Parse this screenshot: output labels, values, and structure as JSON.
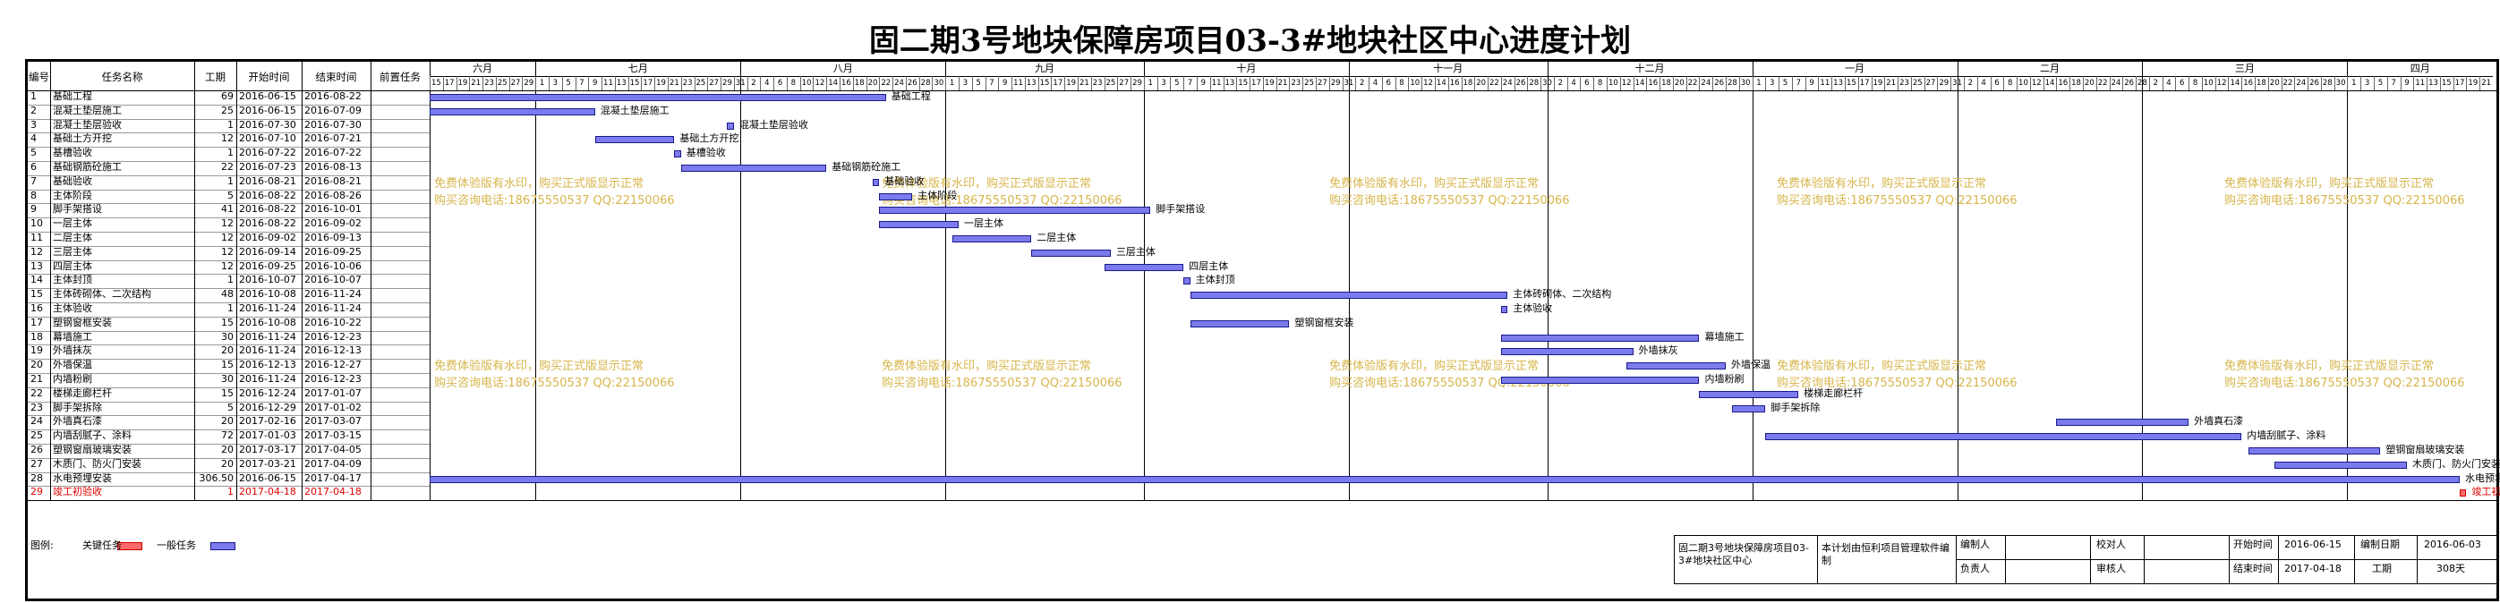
{
  "title": "固二期3号地块保障房项目03-3#地块社区中心进度计划",
  "columns": [
    "编号",
    "任务名称",
    "工期",
    "开始时间",
    "结束时间",
    "前置任务"
  ],
  "timeline": {
    "months": [
      "六月",
      "七月",
      "八月",
      "九月",
      "十月",
      "十一月",
      "十二月",
      "一月",
      "二月",
      "三月",
      "四月"
    ],
    "start_date": "2016-06-15",
    "end_date": "2017-04-22"
  },
  "tasks": [
    {
      "id": "1",
      "name": "基础工程",
      "duration": "69",
      "start": "2016-06-15",
      "end": "2016-08-22",
      "critical": false
    },
    {
      "id": "2",
      "name": "混凝土垫层施工",
      "duration": "25",
      "start": "2016-06-15",
      "end": "2016-07-09",
      "critical": false
    },
    {
      "id": "3",
      "name": "混凝土垫层验收",
      "duration": "1",
      "start": "2016-07-30",
      "end": "2016-07-30",
      "critical": false
    },
    {
      "id": "4",
      "name": "基础土方开挖",
      "duration": "12",
      "start": "2016-07-10",
      "end": "2016-07-21",
      "critical": false
    },
    {
      "id": "5",
      "name": "基槽验收",
      "duration": "1",
      "start": "2016-07-22",
      "end": "2016-07-22",
      "critical": false
    },
    {
      "id": "6",
      "name": "基础钢筋砼施工",
      "duration": "22",
      "start": "2016-07-23",
      "end": "2016-08-13",
      "critical": false
    },
    {
      "id": "7",
      "name": "基础验收",
      "duration": "1",
      "start": "2016-08-21",
      "end": "2016-08-21",
      "critical": false
    },
    {
      "id": "8",
      "name": "主体阶段",
      "duration": "5",
      "start": "2016-08-22",
      "end": "2016-08-26",
      "critical": false
    },
    {
      "id": "9",
      "name": "脚手架搭设",
      "duration": "41",
      "start": "2016-08-22",
      "end": "2016-10-01",
      "critical": false
    },
    {
      "id": "10",
      "name": "一层主体",
      "duration": "12",
      "start": "2016-08-22",
      "end": "2016-09-02",
      "critical": false
    },
    {
      "id": "11",
      "name": "二层主体",
      "duration": "12",
      "start": "2016-09-02",
      "end": "2016-09-13",
      "critical": false
    },
    {
      "id": "12",
      "name": "三层主体",
      "duration": "12",
      "start": "2016-09-14",
      "end": "2016-09-25",
      "critical": false
    },
    {
      "id": "13",
      "name": "四层主体",
      "duration": "12",
      "start": "2016-09-25",
      "end": "2016-10-06",
      "critical": false
    },
    {
      "id": "14",
      "name": "主体封顶",
      "duration": "1",
      "start": "2016-10-07",
      "end": "2016-10-07",
      "critical": false
    },
    {
      "id": "15",
      "name": "主体砖砌体、二次结构",
      "duration": "48",
      "start": "2016-10-08",
      "end": "2016-11-24",
      "critical": false
    },
    {
      "id": "16",
      "name": "主体验收",
      "duration": "1",
      "start": "2016-11-24",
      "end": "2016-11-24",
      "critical": false
    },
    {
      "id": "17",
      "name": "塑钢窗框安装",
      "duration": "15",
      "start": "2016-10-08",
      "end": "2016-10-22",
      "critical": false
    },
    {
      "id": "18",
      "name": "幕墙施工",
      "duration": "30",
      "start": "2016-11-24",
      "end": "2016-12-23",
      "critical": false
    },
    {
      "id": "19",
      "name": "外墙抹灰",
      "duration": "20",
      "start": "2016-11-24",
      "end": "2016-12-13",
      "critical": false
    },
    {
      "id": "20",
      "name": "外墙保温",
      "duration": "15",
      "start": "2016-12-13",
      "end": "2016-12-27",
      "critical": false
    },
    {
      "id": "21",
      "name": "内墙粉刷",
      "duration": "30",
      "start": "2016-11-24",
      "end": "2016-12-23",
      "critical": false
    },
    {
      "id": "22",
      "name": "楼梯走廊栏杆",
      "duration": "15",
      "start": "2016-12-24",
      "end": "2017-01-07",
      "critical": false
    },
    {
      "id": "23",
      "name": "脚手架拆除",
      "duration": "5",
      "start": "2016-12-29",
      "end": "2017-01-02",
      "critical": false
    },
    {
      "id": "24",
      "name": "外墙真石漆",
      "duration": "20",
      "start": "2017-02-16",
      "end": "2017-03-07",
      "critical": false
    },
    {
      "id": "25",
      "name": "内墙刮腻子、涂料",
      "duration": "72",
      "start": "2017-01-03",
      "end": "2017-03-15",
      "critical": false
    },
    {
      "id": "26",
      "name": "塑钢窗扇玻璃安装",
      "duration": "20",
      "start": "2017-03-17",
      "end": "2017-04-05",
      "critical": false
    },
    {
      "id": "27",
      "name": "木质门、防火门安装",
      "duration": "20",
      "start": "2017-03-21",
      "end": "2017-04-09",
      "critical": false
    },
    {
      "id": "28",
      "name": "水电预埋安装",
      "duration": "306.50",
      "start": "2016-06-15",
      "end": "2017-04-17",
      "critical": false
    },
    {
      "id": "29",
      "name": "竣工初验收",
      "duration": "1",
      "start": "2017-04-18",
      "end": "2017-04-18",
      "critical": true
    }
  ],
  "legend": {
    "label": "图例:",
    "critical": "关键任务",
    "normal": "一般任务",
    "critical_color": "#ff6b6b",
    "normal_color": "#7b7bee"
  },
  "footer": {
    "project": "固二期3号地块保障房项目03-3#地块社区中心",
    "software": "本计划由恒利项目管理软件编制",
    "compiler_label": "编制人",
    "reviewer_label": "审核人",
    "checker_label": "校对人",
    "responsible_label": "负责人",
    "start_label": "开始时间",
    "start_value": "2016-06-15",
    "end_label": "结束时间",
    "end_value": "2017-04-18",
    "date_label": "编制日期",
    "date_value": "2016-06-03",
    "duration_label": "工期",
    "duration_value": "308天"
  },
  "watermark": {
    "line1": "免费体验版有水印，购买正式版显示正常",
    "line2": "购买咨询电话:18675550537 QQ:22150066"
  }
}
